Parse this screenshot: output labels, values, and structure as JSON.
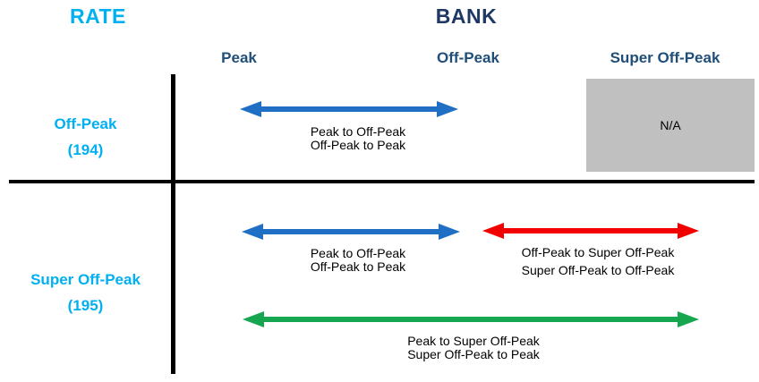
{
  "titles": {
    "rate": "RATE",
    "bank": "BANK"
  },
  "bank_columns": [
    {
      "label": "Peak"
    },
    {
      "label": "Off-Peak"
    },
    {
      "label": "Super Off-Peak"
    }
  ],
  "rate_rows": [
    {
      "label": "Off-Peak",
      "code": "(194)"
    },
    {
      "label": "Super Off-Peak",
      "code": "(195)"
    }
  ],
  "na_cell": {
    "label": "N/A"
  },
  "arrows": [
    {
      "id": "row1-peak-offpeak",
      "color": "#1F6FC4",
      "lines": [
        "Peak to Off-Peak",
        "Off-Peak to Peak"
      ]
    },
    {
      "id": "row2-peak-offpeak",
      "color": "#1F6FC4",
      "lines": [
        "Peak to Off-Peak",
        "Off-Peak to Peak"
      ]
    },
    {
      "id": "row2-offpeak-superoffpeak",
      "color": "#F20000",
      "lines": [
        "Off-Peak to Super Off-Peak",
        "Super Off-Peak to Off-Peak"
      ]
    },
    {
      "id": "row2-peak-superoffpeak",
      "color": "#17A650",
      "lines": [
        "Peak to Super Off-Peak",
        "Super Off-Peak to Peak"
      ]
    }
  ],
  "colors": {
    "rate_title": "#00B0F0",
    "bank_title": "#1F3864",
    "column_header": "#1F4E79",
    "row_label": "#00B0F0",
    "arrow_blue": "#1F6FC4",
    "arrow_red": "#F20000",
    "arrow_green": "#17A650",
    "na_bg": "#C0C0C0",
    "grid_line": "#000000",
    "label_text": "#000000"
  }
}
